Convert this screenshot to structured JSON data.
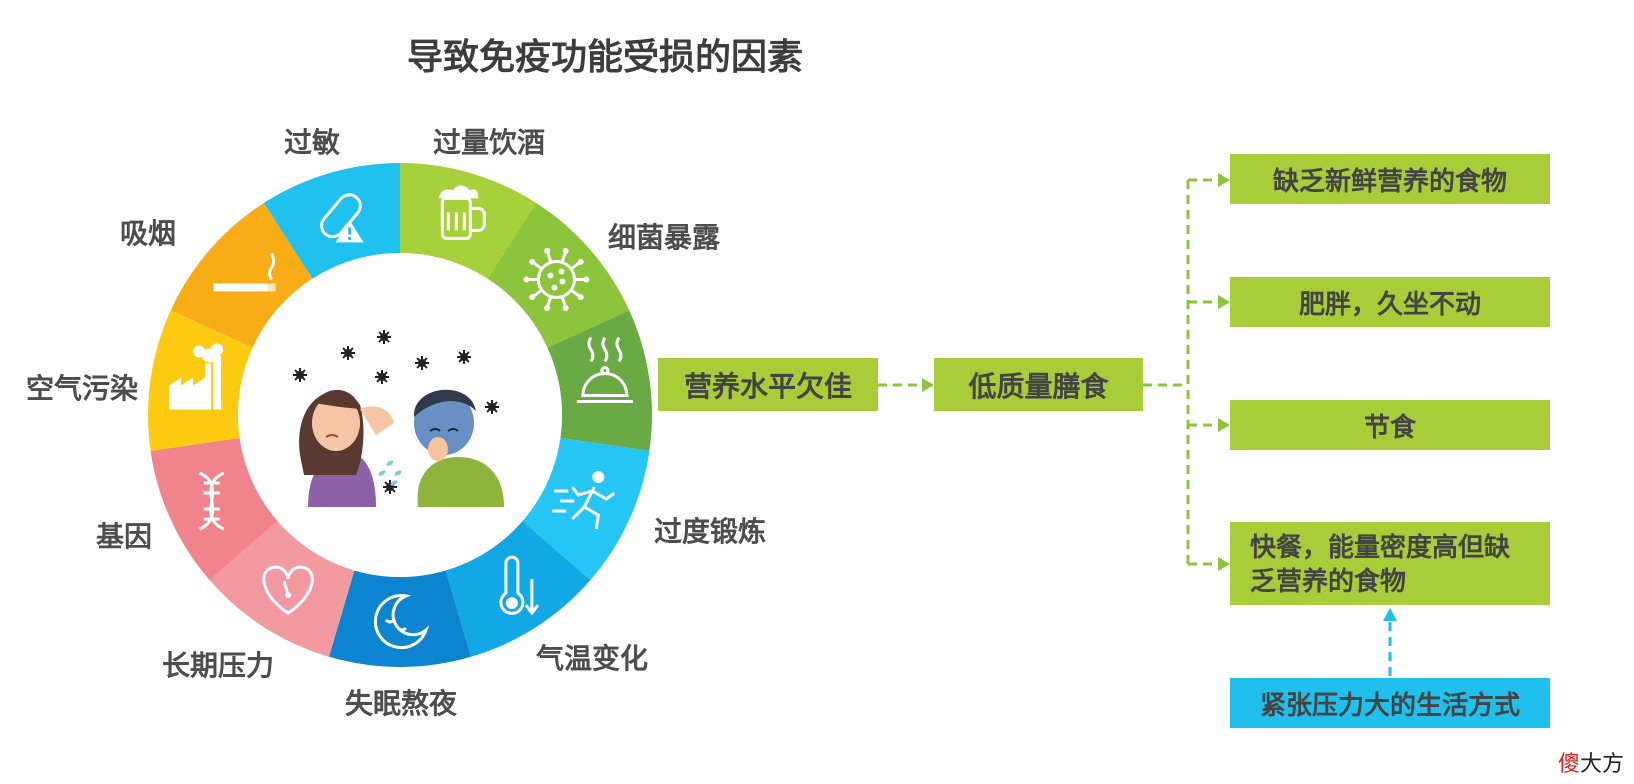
{
  "title": "导致免疫功能受损的因素",
  "ring": {
    "segments": [
      {
        "label": "过量饮酒",
        "icon": "beer-mug-icon",
        "color": "#a6d13a"
      },
      {
        "label": "细菌暴露",
        "icon": "bacteria-icon",
        "color": "#8cc43c"
      },
      {
        "label": "营养水平欠佳",
        "icon": "food-cloche-icon",
        "color": "#6aaa44"
      },
      {
        "label": "过度锻炼",
        "icon": "running-person-icon",
        "color": "#25c6f3"
      },
      {
        "label": "气温变化",
        "icon": "thermometer-icon",
        "color": "#12a8e6"
      },
      {
        "label": "失眠熬夜",
        "icon": "moon-icon",
        "color": "#0d84cf"
      },
      {
        "label": "长期压力",
        "icon": "heart-gauge-icon",
        "color": "#f39aa1"
      },
      {
        "label": "基因",
        "icon": "dna-icon",
        "color": "#f0838b"
      },
      {
        "label": "空气污染",
        "icon": "factory-icon",
        "color": "#fdcc12"
      },
      {
        "label": "吸烟",
        "icon": "cigarette-icon",
        "color": "#f8ad17"
      },
      {
        "label": "过敏",
        "icon": "pill-warning-icon",
        "color": "#1fc1ee"
      }
    ],
    "center_image": "sick-people-illustration-icon"
  },
  "flow": {
    "nutrition": "营养水平欠佳",
    "low_quality_diet": "低质量膳食"
  },
  "causes": [
    "缺乏新鲜营养的食物",
    "肥胖，久坐不动",
    "节食",
    "快餐，能量密度高但缺乏营养的食物"
  ],
  "lifestyle": "紧张压力大的生活方式",
  "watermark": {
    "red": "傻",
    "rest": "大方"
  },
  "colors": {
    "green_box": "#a8cd38",
    "blue_box": "#1fc0ee",
    "green_arrow": "#8cc43c",
    "blue_arrow": "#1fc0ee"
  }
}
